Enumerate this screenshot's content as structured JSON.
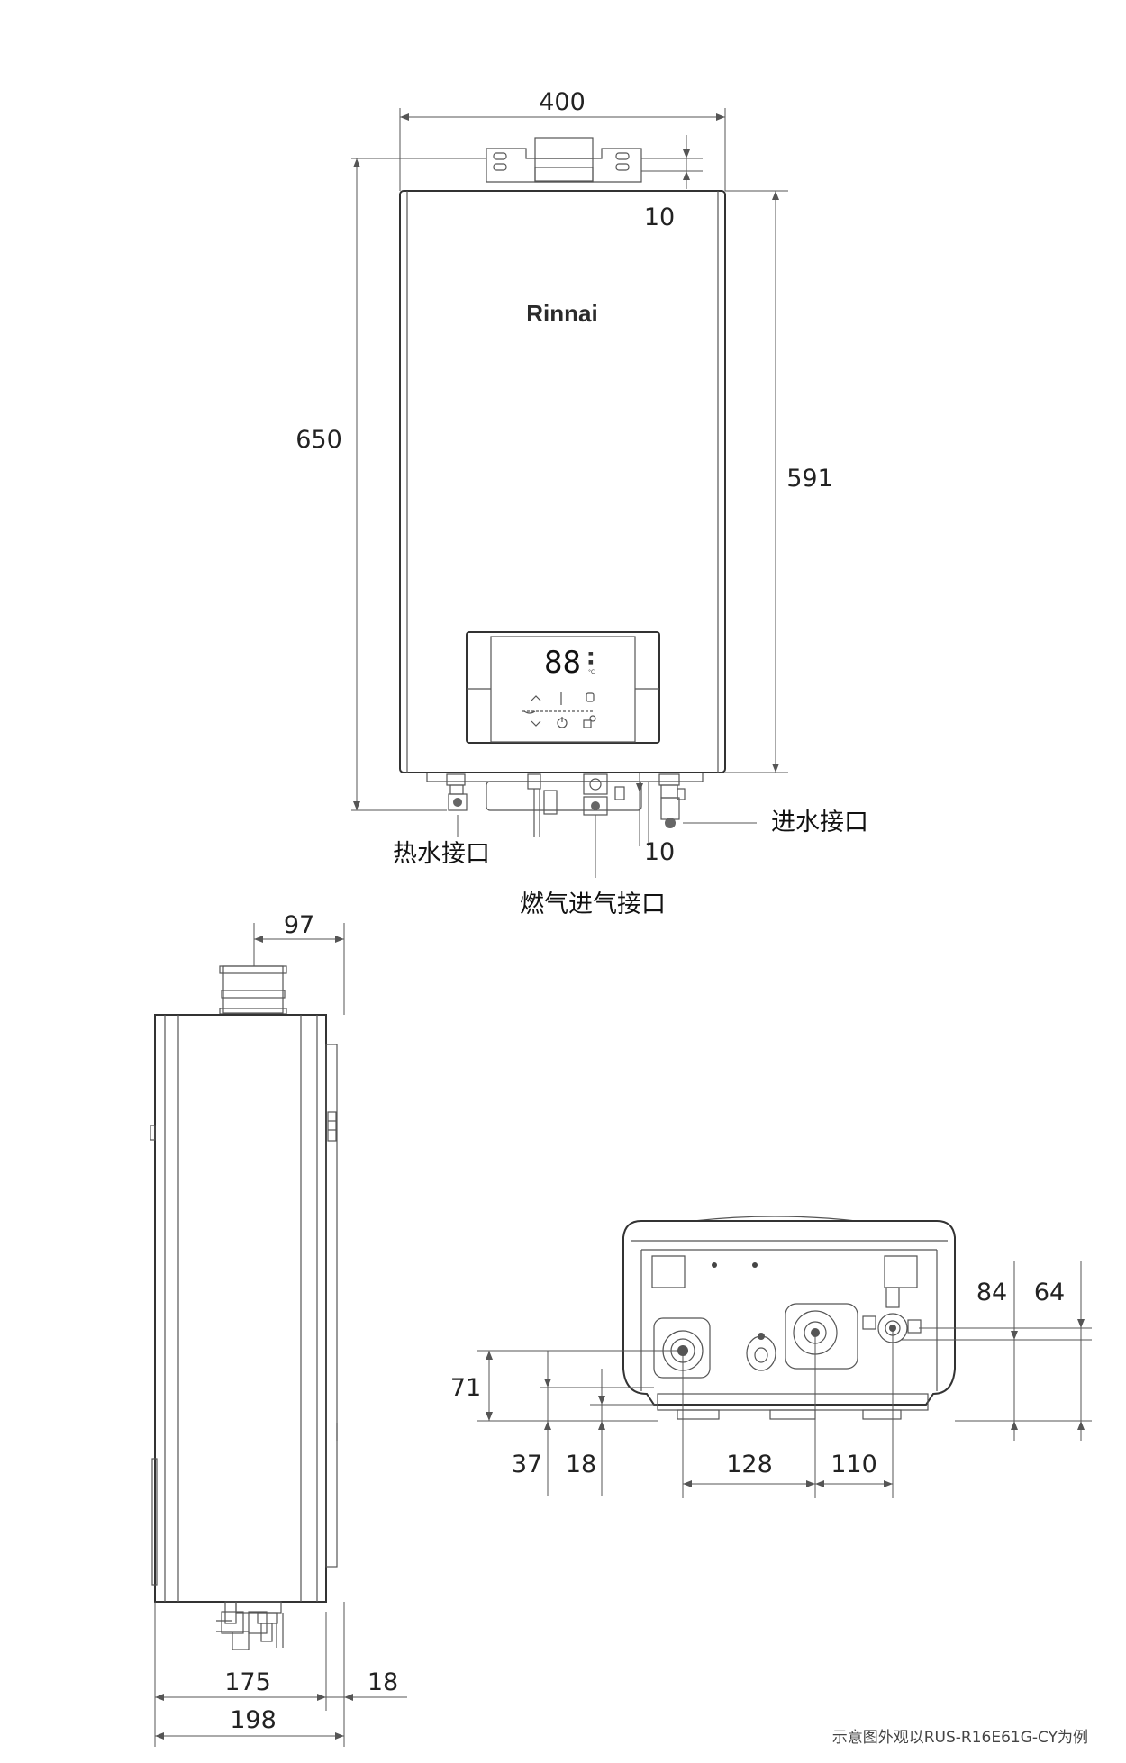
{
  "brand": "Rinnai",
  "front_view": {
    "dims": {
      "width": "400",
      "height_total": "650",
      "height_body": "591",
      "top_offset": "10",
      "bottom_offset": "10"
    },
    "display": {
      "digits": "88",
      "unit": "°C"
    },
    "labels": {
      "hot_water": "热水接口",
      "cold_water": "进水接口",
      "gas": "燃气进气接口"
    }
  },
  "side_view": {
    "dims": {
      "flue": "97",
      "depth_inner": "175",
      "depth_back": "18",
      "depth_total": "198"
    }
  },
  "bottom_view": {
    "dims": {
      "d84": "84",
      "d64": "64",
      "d71": "71",
      "d37": "37",
      "d18": "18",
      "d128": "128",
      "d110": "110"
    }
  },
  "caption": "示意图外观以RUS-R16E61G-CY为例"
}
